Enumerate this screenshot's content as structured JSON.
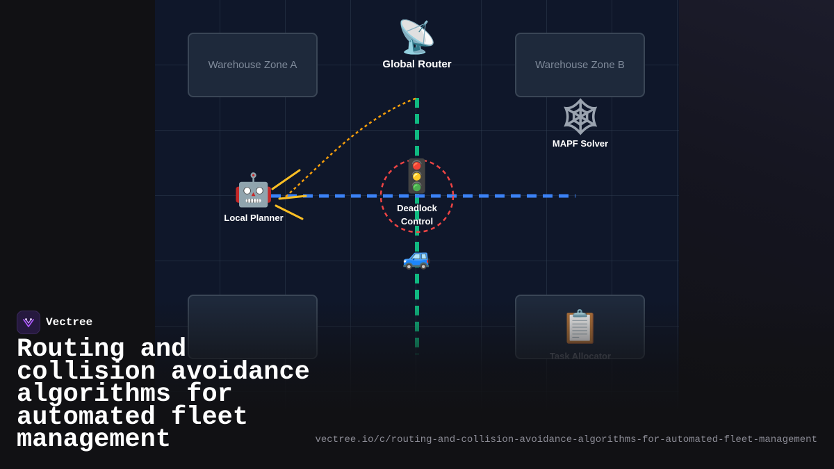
{
  "diagram": {
    "zones": {
      "a": "Warehouse Zone A",
      "b": "Warehouse Zone B",
      "c": "",
      "d": ""
    },
    "nodes": {
      "global_router": {
        "icon": "satellite-antenna-icon",
        "emoji": "📡",
        "label": "Global Router"
      },
      "mapf_solver": {
        "icon": "network-web-icon",
        "emoji": "🕸",
        "label": "MAPF Solver"
      },
      "local_planner": {
        "icon": "robot-icon",
        "emoji": "🤖",
        "label": "Local Planner"
      },
      "deadlock_control": {
        "icon": "traffic-light-icon",
        "emoji": "🚦",
        "label_line1": "Deadlock",
        "label_line2": "Control"
      },
      "vehicle": {
        "icon": "van-icon",
        "emoji": "🚙"
      },
      "task_allocator": {
        "icon": "clipboard-icon",
        "emoji": "📋",
        "label": "Task Allocator"
      }
    },
    "colors": {
      "background": "#0f172a",
      "vertical_path": "#10b981",
      "horizontal_path": "#3b82f6",
      "route_link": "#f59e0b",
      "sensor_rays": "#fbbf24",
      "deadlock_zone": "#ef4444"
    }
  },
  "brand": {
    "name": "Vectree",
    "icon": "vectree-logo-icon"
  },
  "headline": "Routing and collision avoidance algorithms for automated fleet management",
  "url": "vectree.io/c/routing-and-collision-avoidance-algorithms-for-automated-fleet-management"
}
